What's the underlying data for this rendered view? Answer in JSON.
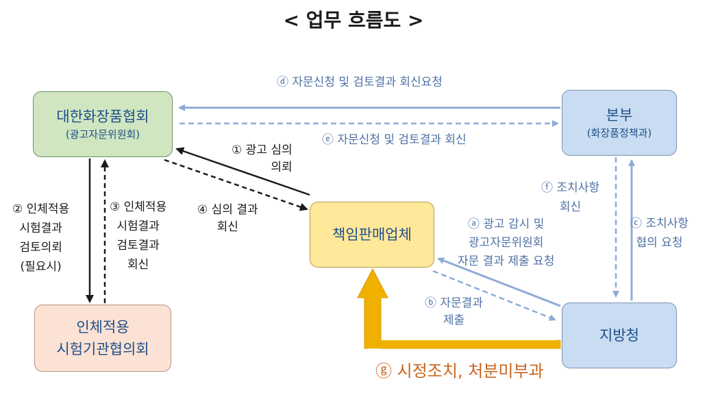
{
  "title": "< 업무 흐름도 >",
  "nodes": {
    "kcca": {
      "name": "대한화장품협회",
      "sub": "(광고자문위원회)"
    },
    "hq": {
      "name": "본부",
      "sub": "(화장품정책과)"
    },
    "seller": {
      "name": "책임판매업체"
    },
    "regional": {
      "name": "지방청"
    },
    "test_council": {
      "line1": "인체적용",
      "line2": "시험기관협의회"
    }
  },
  "labels": {
    "a": [
      "ⓐ 광고 감시 및",
      "광고자문위원회",
      "자문 결과 제출 요청"
    ],
    "b": [
      "ⓑ 자문결과",
      "제출"
    ],
    "c": [
      "ⓒ 조치사항",
      "협의 요청"
    ],
    "d": "ⓓ 자문신청 및 검토결과 회신요청",
    "e": "ⓔ 자문신청 및 검토결과 회신",
    "f": [
      "ⓕ 조치사항",
      "회신"
    ],
    "g": "ⓖ 시정조치, 처분미부과",
    "s1": [
      "① 광고 심의",
      "의뢰"
    ],
    "s2": [
      "② 인체적용",
      "시험결과",
      "검토의뢰",
      "(필요시)"
    ],
    "s3": [
      "③ 인체적용",
      "시험결과",
      "검토결과",
      "회신"
    ],
    "s4": [
      "④ 심의 결과",
      "회신"
    ]
  },
  "colors": {
    "blue_arrow": "#8eaad6",
    "black_arrow": "#1a1a1a",
    "orange_arrow": "#f0b000"
  }
}
